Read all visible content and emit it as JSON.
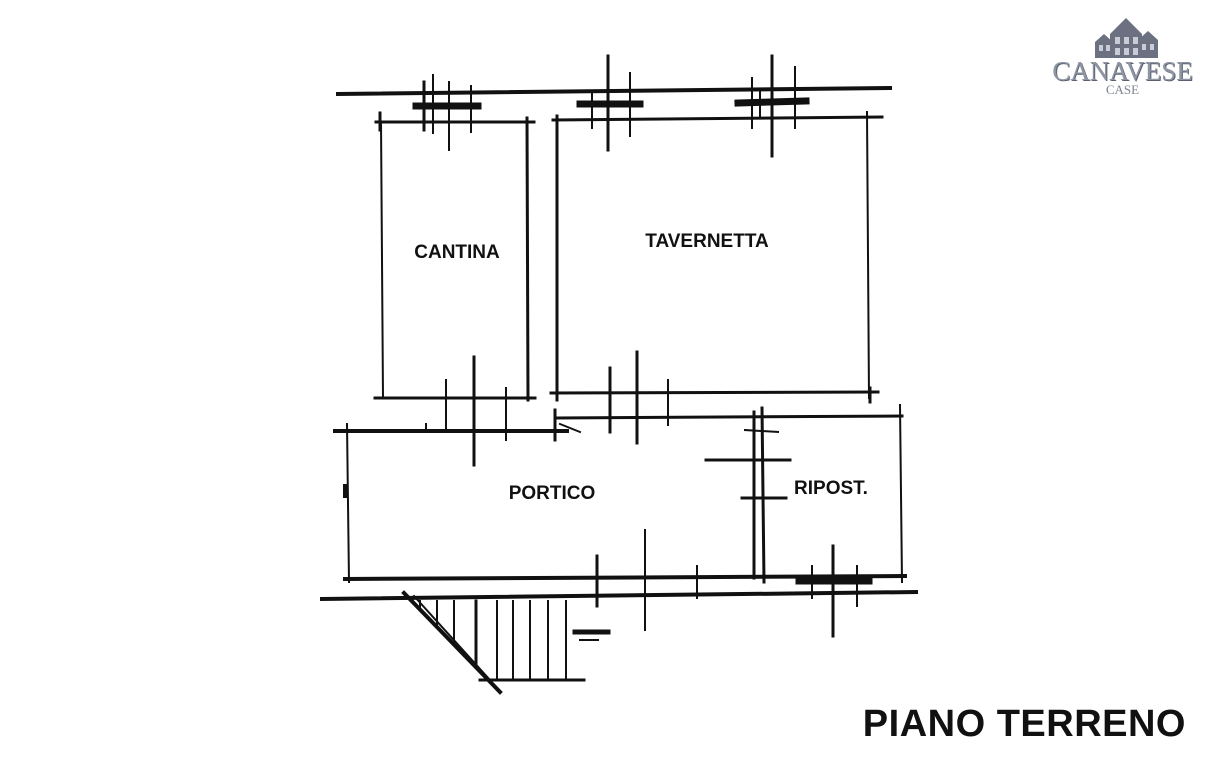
{
  "logo": {
    "name": "CANAVESE",
    "sub": "CASE",
    "colors": {
      "house": "#6b7180",
      "window": "#c7ccd6",
      "text": "#8f96a3"
    }
  },
  "rooms": {
    "cantina": "CANTINA",
    "tavernetta": "TAVERNETTA",
    "portico": "PORTICO",
    "ripost": "RIPOST."
  },
  "title": "PIANO TERRENO",
  "colors": {
    "ink": "#111111",
    "background": "#ffffff"
  }
}
